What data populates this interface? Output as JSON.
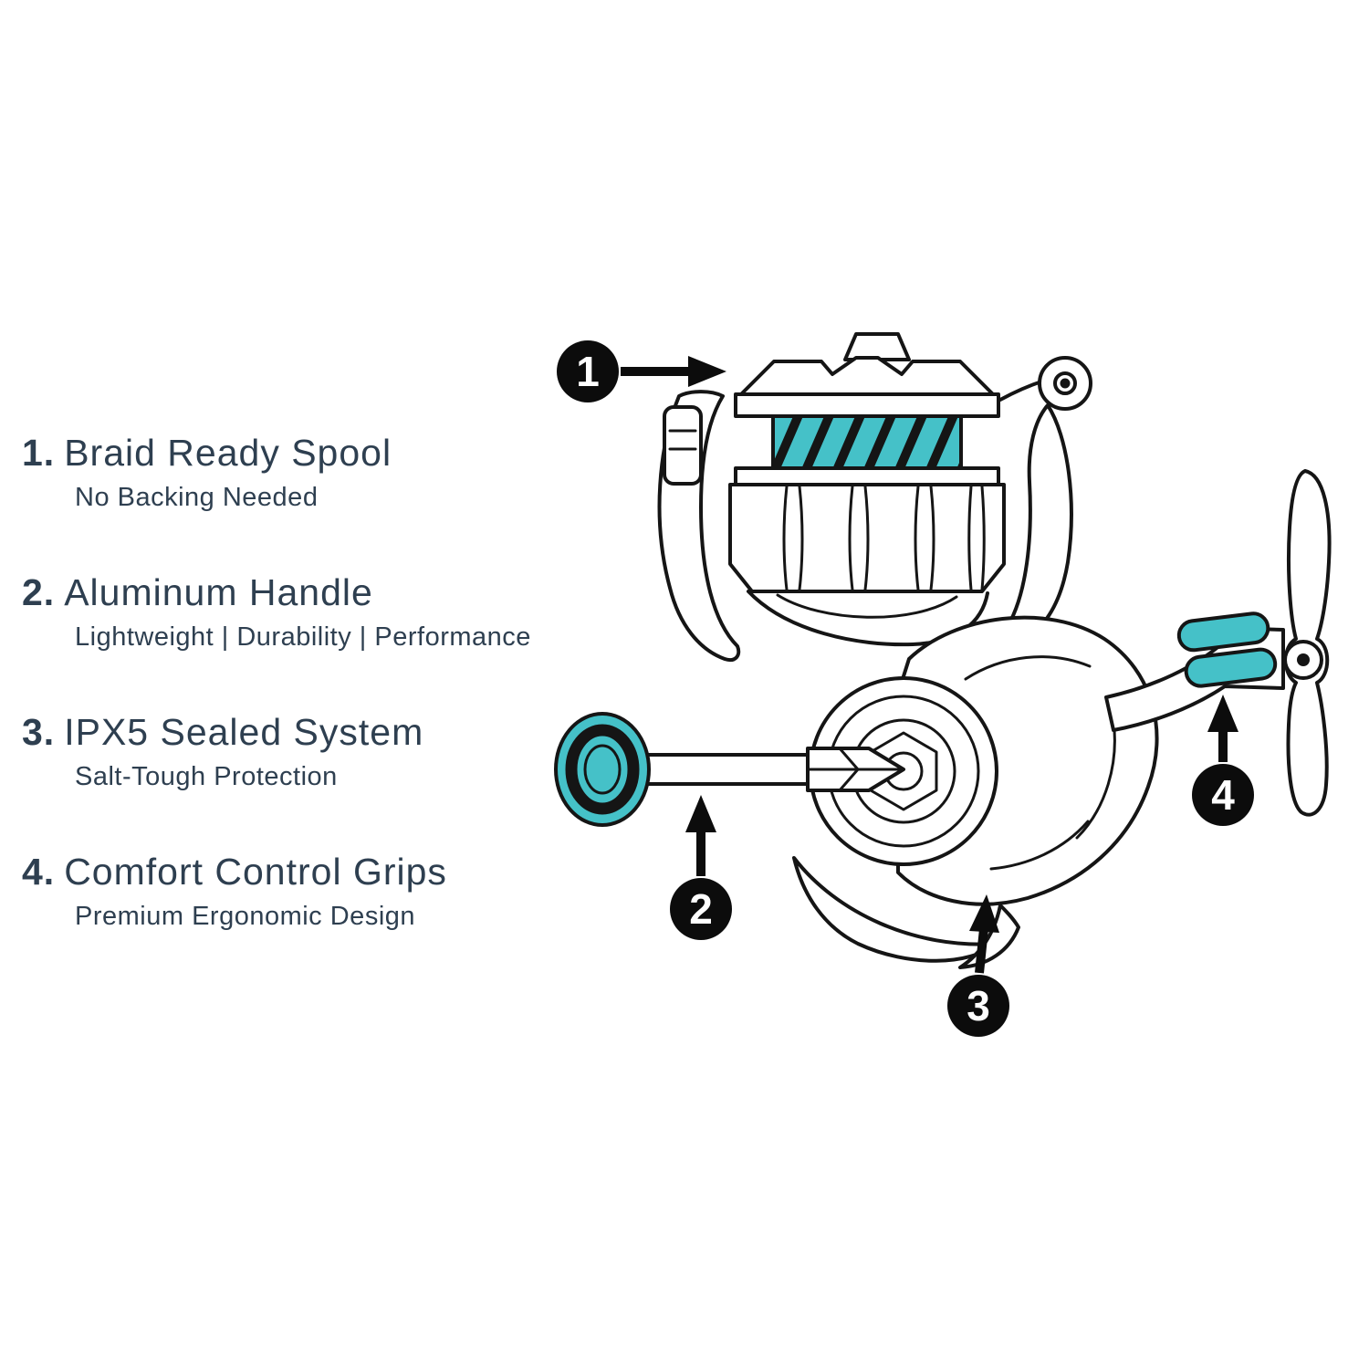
{
  "colors": {
    "accent": "#45c1c8",
    "ink": "#151515",
    "text": "#2e3f50"
  },
  "features": [
    {
      "number_label": "1.",
      "title": "Braid Ready Spool",
      "subtitle": "No Backing Needed"
    },
    {
      "number_label": "2.",
      "title": "Aluminum Handle",
      "subtitle": "Lightweight | Durability | Performance"
    },
    {
      "number_label": "3.",
      "title": "IPX5 Sealed System",
      "subtitle": "Salt-Tough Protection"
    },
    {
      "number_label": "4.",
      "title": "Comfort Control Grips",
      "subtitle": "Premium Ergonomic Design"
    }
  ],
  "callouts": [
    {
      "label": "1",
      "target": "braid-ready-spool"
    },
    {
      "label": "2",
      "target": "aluminum-handle-knob"
    },
    {
      "label": "3",
      "target": "ipx5-sealed-body"
    },
    {
      "label": "4",
      "target": "comfort-control-grips"
    }
  ]
}
